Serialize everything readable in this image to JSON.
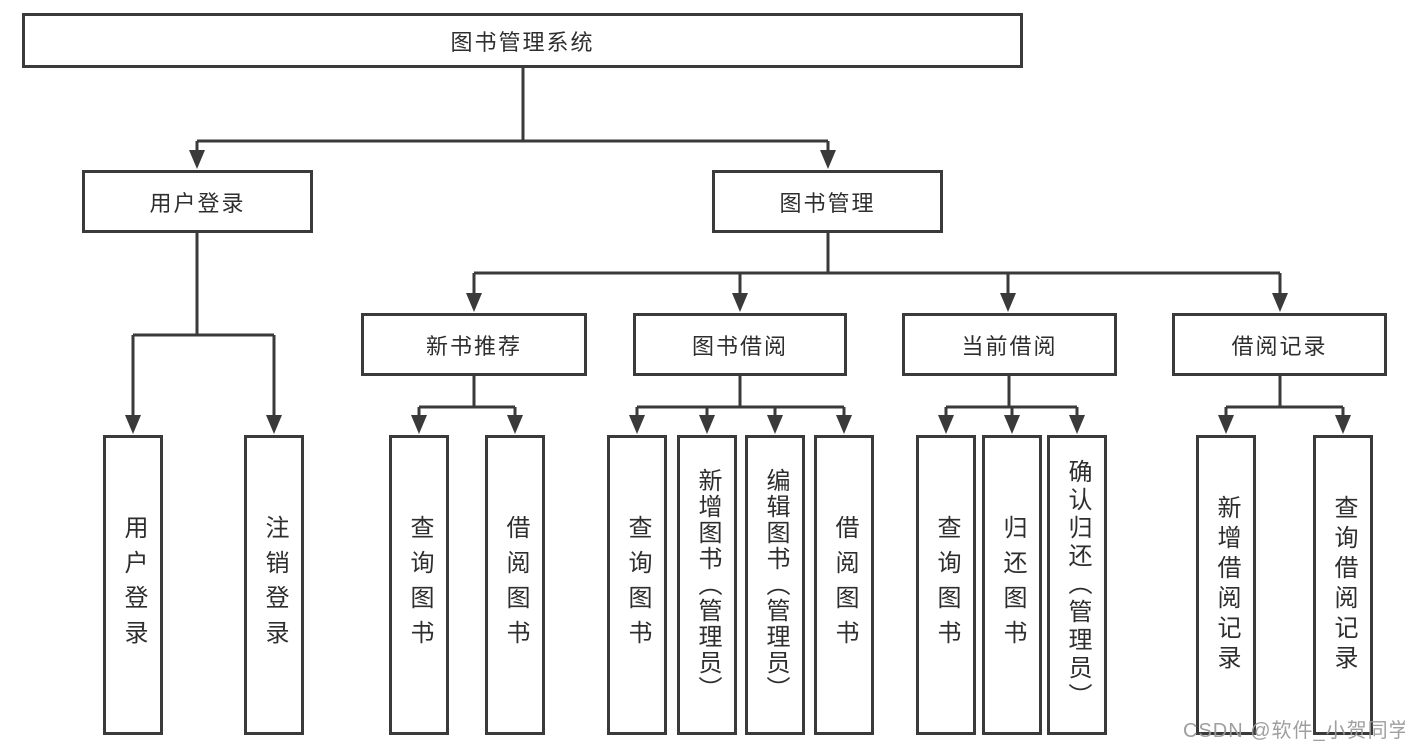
{
  "diagram": {
    "title": "图书管理系统",
    "watermark": "CSDN @软件_小贺同学",
    "colors": {
      "line": "#3a3a3a",
      "text": "#2e2e2e",
      "watermark": "#9a9a9a",
      "background": "#ffffff"
    },
    "root": {
      "label": "图书管理系统"
    },
    "level2": [
      {
        "label": "用户登录"
      },
      {
        "label": "图书管理"
      }
    ],
    "level3": [
      {
        "label": "新书推荐",
        "parent": "图书管理"
      },
      {
        "label": "图书借阅",
        "parent": "图书管理"
      },
      {
        "label": "当前借阅",
        "parent": "图书管理"
      },
      {
        "label": "借阅记录",
        "parent": "图书管理"
      }
    ],
    "leaves": [
      {
        "label": "用户登录",
        "parent": "用户登录"
      },
      {
        "label": "注销登录",
        "parent": "用户登录"
      },
      {
        "label": "查询图书",
        "parent": "新书推荐"
      },
      {
        "label": "借阅图书",
        "parent": "新书推荐"
      },
      {
        "label": "查询图书",
        "parent": "图书借阅"
      },
      {
        "label": "新增图书（管理员）",
        "parent": "图书借阅"
      },
      {
        "label": "编辑图书（管理员）",
        "parent": "图书借阅"
      },
      {
        "label": "借阅图书",
        "parent": "图书借阅"
      },
      {
        "label": "查询图书",
        "parent": "当前借阅"
      },
      {
        "label": "归还图书",
        "parent": "当前借阅"
      },
      {
        "label": "确认归还（管理员）",
        "parent": "当前借阅"
      },
      {
        "label": "新增借阅记录",
        "parent": "借阅记录"
      },
      {
        "label": "查询借阅记录",
        "parent": "借阅记录"
      }
    ]
  }
}
